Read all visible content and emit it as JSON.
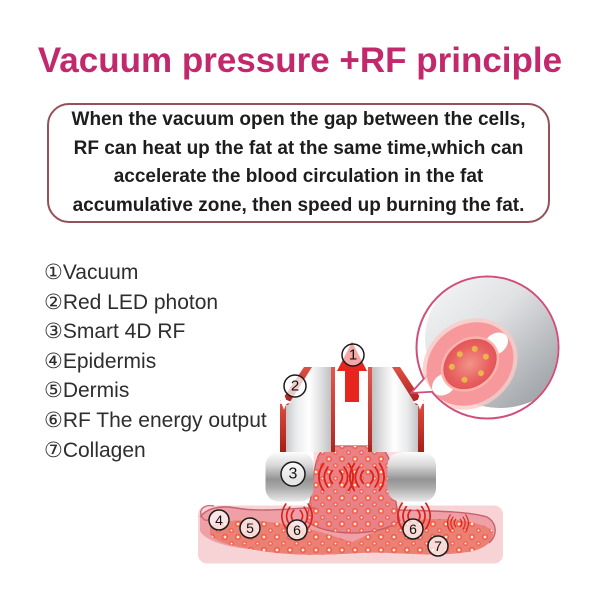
{
  "title": {
    "text": "Vacuum pressure +RF principle",
    "color": "#c2286c"
  },
  "description_box": {
    "border_color": "#96505a",
    "lines": [
      "When the vacuum open the gap between the cells,",
      "RF can heat up the fat at the same time,which can",
      "accelerate the blood circulation in the fat",
      "accumulative zone, then speed up burning the fat."
    ]
  },
  "legend": {
    "items": [
      {
        "num": "①",
        "label": "Vacuum"
      },
      {
        "num": "②",
        "label": "Red LED photon"
      },
      {
        "num": "③",
        "label": "Smart 4D RF"
      },
      {
        "num": "④",
        "label": "Epidermis"
      },
      {
        "num": "⑤",
        "label": "Dermis"
      },
      {
        "num": "⑥",
        "label": "RF The energy output"
      },
      {
        "num": "⑦",
        "label": "Collagen"
      }
    ]
  },
  "diagram": {
    "markers": [
      {
        "n": "1"
      },
      {
        "n": "2"
      },
      {
        "n": "3"
      },
      {
        "n": "4"
      },
      {
        "n": "5"
      },
      {
        "n": "6"
      },
      {
        "n": "6"
      },
      {
        "n": "7"
      }
    ],
    "colors": {
      "arrow_red": "#e6251f",
      "rf_wave_red": "#dd2018",
      "inset_border": "#cf4f78",
      "skin_light": "#f8d3d6",
      "skin_mid": "#efa0a7",
      "fat_cluster": "#ea8177",
      "fat_dot": "#f4604e",
      "fat_dot_center": "#ffedd0",
      "led_yellow": "#e9b64d"
    }
  }
}
